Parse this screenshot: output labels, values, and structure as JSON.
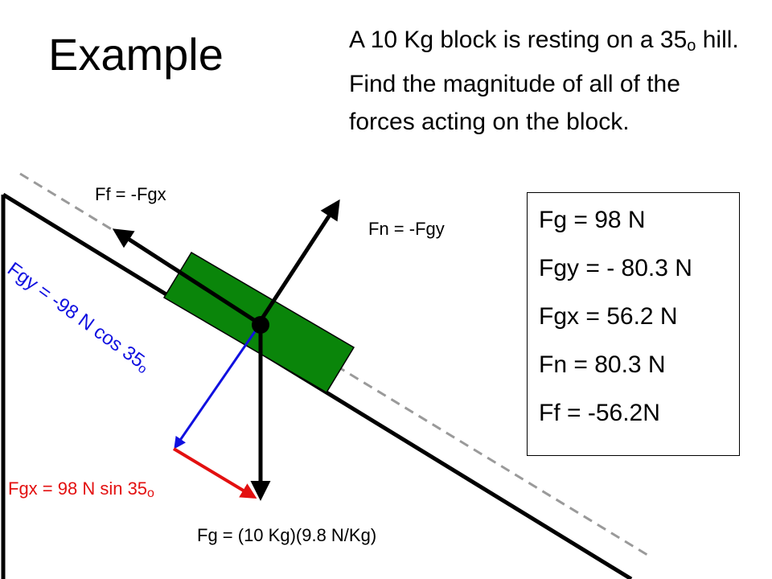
{
  "slide": {
    "title": "Example",
    "problem_part1": "A 10 Kg block is resting on a 35",
    "problem_degree": "o",
    "problem_part2": " hill.  Find the magnitude of all of the forces acting on the block."
  },
  "diagram": {
    "incline_angle_deg": 35,
    "block_color": "#0a850a",
    "colors": {
      "fgx_arrow": "#e31010",
      "fgy_arrow": "#1010e0",
      "dashed_line": "#9a9a9a"
    },
    "labels": {
      "friction": "Ff = -Fgx",
      "normal": "Fn = -Fgy",
      "fgy_text": "Fgy = -98 N cos 35",
      "fgy_degree": "o",
      "fgx_text": "Fgx = 98 N sin 35",
      "fgx_degree": "o",
      "weight": "Fg = (10 Kg)(9.8 N/Kg)"
    }
  },
  "results": {
    "lines": [
      "Fg = 98 N",
      "Fgy = - 80.3 N",
      "Fgx = 56.2 N",
      "Fn = 80.3 N",
      "Ff = -56.2N"
    ]
  }
}
